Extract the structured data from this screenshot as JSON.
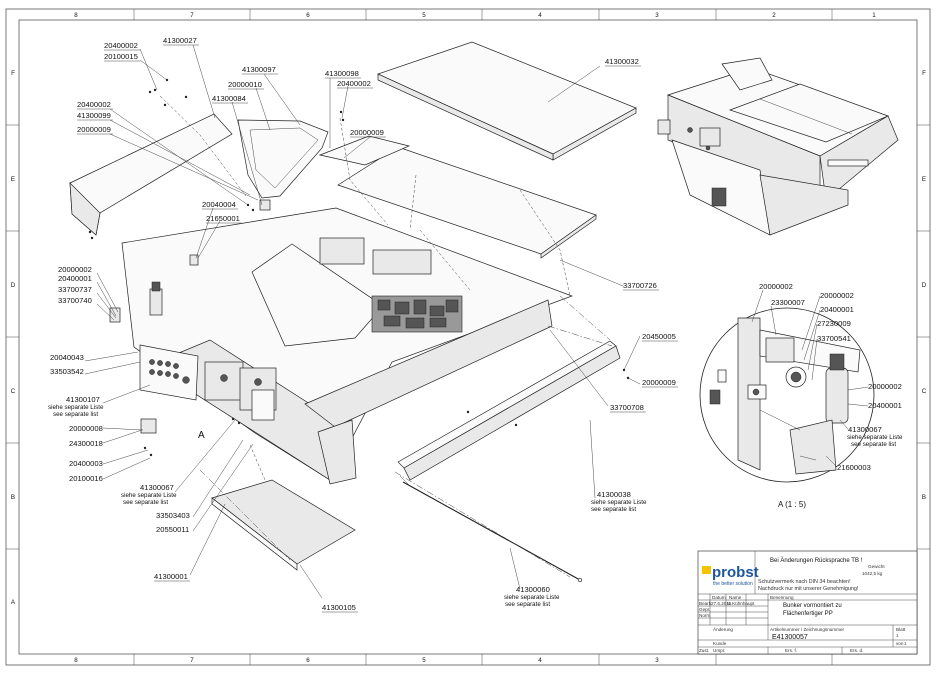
{
  "frame": {
    "col_numbers": [
      "8",
      "7",
      "6",
      "5",
      "4",
      "3",
      "2",
      "1"
    ],
    "row_letters": [
      "F",
      "E",
      "D",
      "C",
      "B",
      "A"
    ]
  },
  "callouts": {
    "c20400002_a": "20400002",
    "c20100015_a": "20100015",
    "c41300027": "41300027",
    "c41300097": "41300097",
    "c20000010": "20000010",
    "c41300084": "41300084",
    "c41300098": "41300098",
    "c20400002_b": "20400002",
    "c20400002_c": "20400002",
    "c41300099": "41300099",
    "c20000009_a": "20000009",
    "c20000009_b": "20000009",
    "c41300032": "41300032",
    "c20040004": "20040004",
    "c21650001": "21650001",
    "c20000002_a": "20000002",
    "c20400001_a": "20400001",
    "c33700737": "33700737",
    "c33700740": "33700740",
    "c33700726": "33700726",
    "c20040043": "20040043",
    "c33503542": "33503542",
    "c41300107": "41300107",
    "c41300107_note1": "siehe separate Liste",
    "c41300107_note2": "see separate list",
    "c20000008": "20000008",
    "c24300018": "24300018",
    "c20400003": "20400003",
    "c20100016": "20100016",
    "c20450005": "20450005",
    "c20000009_c": "20000009",
    "c33700708": "33700708",
    "c41300067_a": "41300067",
    "c41300067_a_note1": "siehe separate Liste",
    "c41300067_a_note2": "see separate list",
    "c33503403": "33503403",
    "c20550011": "20550011",
    "c41300038": "41300038",
    "c41300038_note1": "siehe separate Liste",
    "c41300038_note2": "see separate list",
    "c41300001": "41300001",
    "c41300105": "41300105",
    "c41300060": "41300060",
    "c41300060_note1": "siehe separate Liste",
    "c41300060_note2": "see separate list",
    "view_A_marker": "A"
  },
  "detail": {
    "c20000002_d": "20000002",
    "c23300007": "23300007",
    "c20000002_e": "20000002",
    "c20400001_d": "20400001",
    "c27230009": "27230009",
    "c33700541": "33700541",
    "c20000002_f": "20000002",
    "c20400001_e": "20400001",
    "c41300067_b": "41300067",
    "c41300067_b_note1": "siehe separate Liste",
    "c41300067_b_note2": "see separate list",
    "c21600003": "21600003",
    "view_caption": "A (1 : 5)"
  },
  "title_block": {
    "logo_text": "probst",
    "slogan": "the better solution",
    "note_top": "Bei Änderungen Rücksprache TB !",
    "gewicht_label": "Gewicht",
    "weight": "1042,5 kg",
    "protection_line1": "Schutzvermerk nach DIN 34 beachten!",
    "protection_line2": "Nachdruck nur mit unserer Genehmigung!",
    "datum_label": "Datum",
    "name_label": "Name",
    "benennung_label": "Benennung",
    "bearb_label": "Bearb.",
    "bearb_date": "27.6.2011",
    "bearb_name": "M.Kühnhaupt",
    "gepr_label": "Gepr.",
    "norm_label": "Norm",
    "designation_line1": "Bunker vormontiert zu",
    "designation_line2": "Flächenfertiger PP",
    "zeichnungsnummer_label": "Artikelnummer / Zeichnungsnummer",
    "drawing_number": "E41300057",
    "blatt_label": "Blatt",
    "blatt_value": "1",
    "von_label": "von",
    "von_value": "1",
    "kunde_label": "Kunde",
    "urspr_label": "Urspr.",
    "ers_fuer_label": "Ers. f.",
    "ers_durch_label": "Ers. d.",
    "zust_label": "Zust.",
    "aenderung_label": "Änderung"
  }
}
